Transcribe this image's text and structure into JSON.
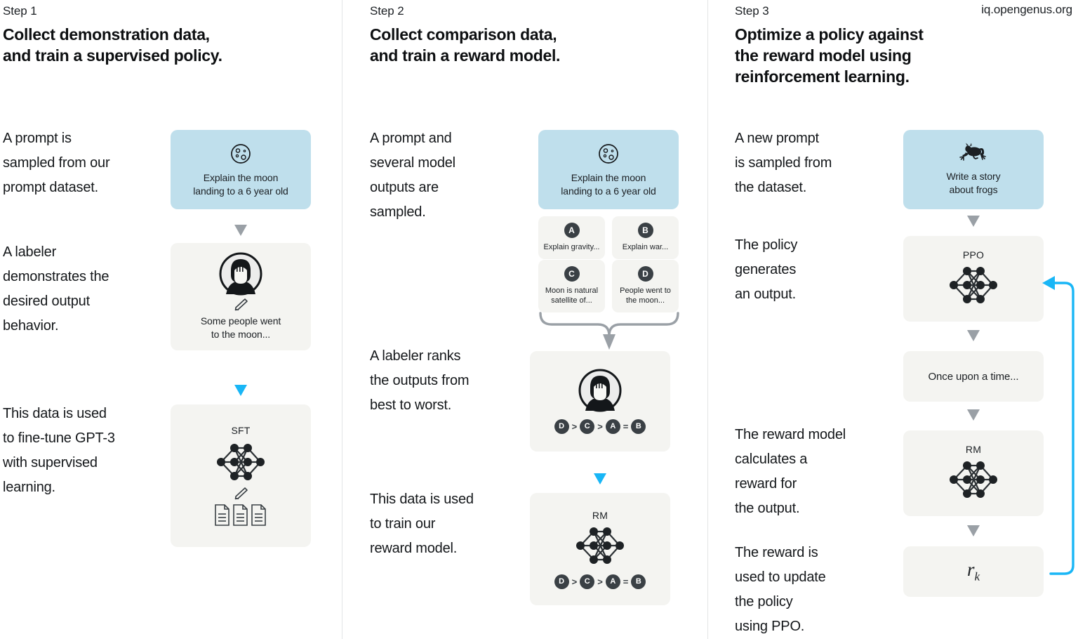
{
  "watermark": "iq.opengenus.org",
  "accent_blue": "#19b6f6",
  "prompt_card_bg": "#bfdfec",
  "neutral_card_bg": "#f4f4f1",
  "steps": [
    {
      "label": "Step 1",
      "title": "Collect demonstration data,\nand train a supervised policy.",
      "texts": [
        "A prompt is\nsampled from our\nprompt dataset.",
        "A labeler\ndemonstrates the\ndesired output\nbehavior.",
        "This data is used\nto fine-tune GPT-3\nwith supervised\nlearning."
      ],
      "cards": [
        {
          "icon": "moon-icon",
          "text": "Explain the moon\nlanding to a 6 year old"
        },
        {
          "icon": "labeler-avatar-icon",
          "sub_icon": "pencil-icon",
          "text": "Some people went\nto the moon..."
        },
        {
          "title": "SFT",
          "icon": "neural-network-icon",
          "sub_icon": "pencil-icon",
          "extra_icon": "documents-icon"
        }
      ]
    },
    {
      "label": "Step 2",
      "title": "Collect comparison data,\nand train a reward model.",
      "texts": [
        "A prompt and\nseveral model\noutputs are\nsampled.",
        "A labeler ranks\nthe outputs from\nbest to worst.",
        "This data is used\nto train our\nreward model."
      ],
      "cards": [
        {
          "icon": "moon-icon",
          "text": "Explain the moon\nlanding to a 6 year old"
        },
        {
          "icon": "labeler-avatar-icon",
          "ranking": [
            "D",
            ">",
            "C",
            ">",
            "A",
            "=",
            "B"
          ]
        },
        {
          "title": "RM",
          "icon": "neural-network-icon",
          "ranking": [
            "D",
            ">",
            "C",
            ">",
            "A",
            "=",
            "B"
          ]
        }
      ],
      "options": [
        {
          "badge": "A",
          "text": "Explain gravity..."
        },
        {
          "badge": "B",
          "text": "Explain war..."
        },
        {
          "badge": "C",
          "text": "Moon is natural\nsatellite of..."
        },
        {
          "badge": "D",
          "text": "People went to\nthe moon..."
        }
      ]
    },
    {
      "label": "Step 3",
      "title": "Optimize a policy against\nthe reward model using\nreinforcement learning.",
      "texts": [
        "A new prompt\nis sampled from\nthe dataset.",
        "The policy\ngenerates\nan output.",
        "The reward model\ncalculates a\nreward for\nthe output.",
        "The reward is\nused to update\nthe policy\nusing PPO."
      ],
      "cards": [
        {
          "icon": "frog-icon",
          "text": "Write a story\nabout frogs"
        },
        {
          "title": "PPO",
          "icon": "neural-network-icon"
        },
        {
          "text": "Once upon a time..."
        },
        {
          "title": "RM",
          "icon": "neural-network-icon"
        },
        {
          "reward_symbol": "r",
          "reward_subscript": "k"
        }
      ]
    }
  ]
}
